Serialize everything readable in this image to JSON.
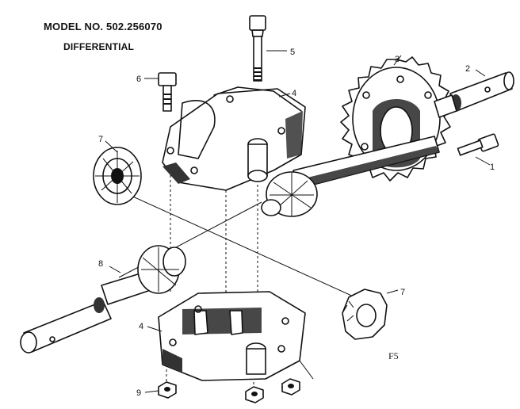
{
  "header": {
    "model": "MODEL NO. 502.256070",
    "title": "DIFFERENTIAL"
  },
  "figure_id": "F5",
  "callouts": [
    {
      "id": "c1",
      "label": "1"
    },
    {
      "id": "c2",
      "label": "2"
    },
    {
      "id": "c3",
      "label": "3"
    },
    {
      "id": "c4a",
      "label": "4"
    },
    {
      "id": "c4b",
      "label": "4"
    },
    {
      "id": "c5",
      "label": "5"
    },
    {
      "id": "c6",
      "label": "6"
    },
    {
      "id": "c7a",
      "label": "7"
    },
    {
      "id": "c7b",
      "label": "7"
    },
    {
      "id": "c8",
      "label": "8"
    },
    {
      "id": "c9",
      "label": "9"
    }
  ]
}
